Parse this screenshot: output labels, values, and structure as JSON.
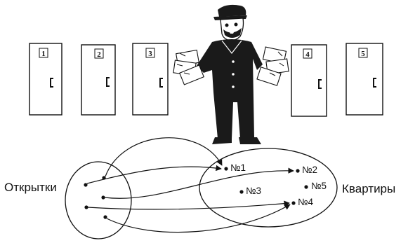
{
  "doors": [
    {
      "number": "1"
    },
    {
      "number": "2"
    },
    {
      "number": "3"
    },
    {
      "number": "4"
    },
    {
      "number": "5"
    }
  ],
  "set_left_label": "Открытки",
  "set_right_label": "Квартиры",
  "apartments": [
    {
      "label": "№1"
    },
    {
      "label": "№2"
    },
    {
      "label": "№3"
    },
    {
      "label": "№4"
    },
    {
      "label": "№5"
    }
  ],
  "postcards_count": 5,
  "mapping": [
    {
      "postcard": 1,
      "apartment": "№1"
    },
    {
      "postcard": 2,
      "apartment": "№1"
    },
    {
      "postcard": 3,
      "apartment": "№2"
    },
    {
      "postcard": 4,
      "apartment": "№4"
    },
    {
      "postcard": 5,
      "apartment": "№4"
    }
  ],
  "colors": {
    "ink": "#111111",
    "paper": "#ffffff",
    "coat": "#1a1a1a"
  }
}
